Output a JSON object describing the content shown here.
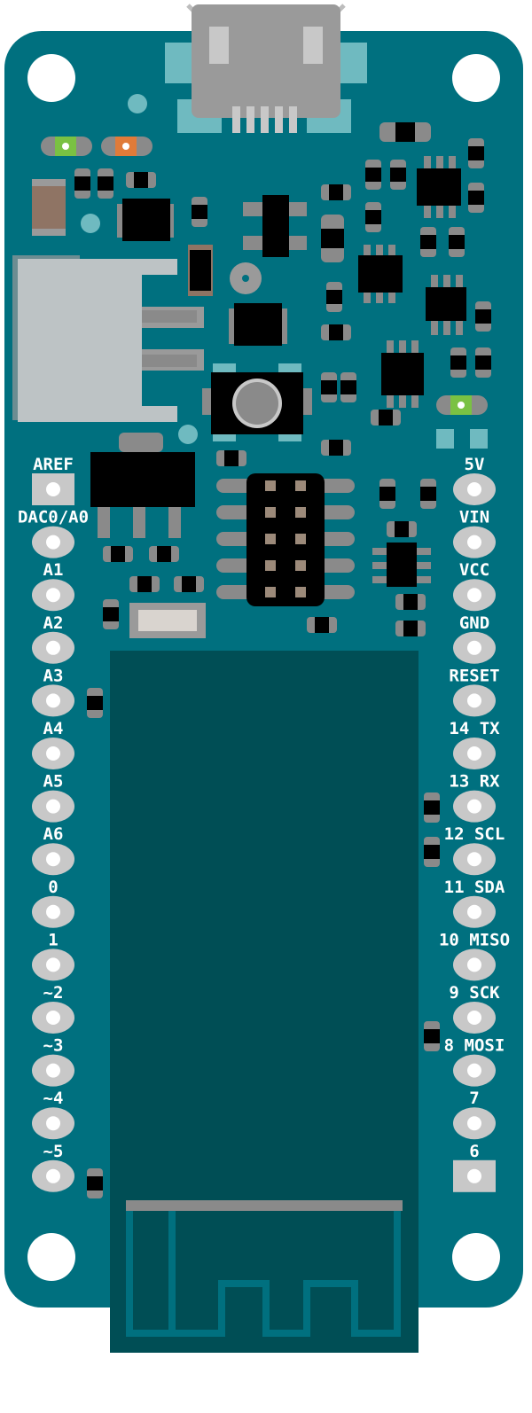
{
  "board": {
    "colors": {
      "pcb": "#00707f",
      "module": "#004e55",
      "antenna_trace": "#00707f",
      "antenna_bar": "#8a8a8a",
      "pad_ring": "#c8c8c8",
      "pad_hole": "#ffffff",
      "chip": "#000000",
      "led_green": "#7ac143",
      "led_orange": "#e07b39",
      "connector_gray": "#bdc3c5",
      "usb_metal": "#9a9a9a",
      "usb_tab": "#6fbac0"
    },
    "left_pins": [
      "AREF",
      "DAC0/A0",
      "A1",
      "A2",
      "A3",
      "A4",
      "A5",
      "A6",
      "0",
      "1",
      "~2",
      "~3",
      "~4",
      "~5"
    ],
    "right_pins": [
      "5V",
      "VIN",
      "VCC",
      "GND",
      "RESET",
      "14 TX",
      "13 RX",
      "12 SCL",
      "11 SDA",
      "10 MISO",
      "9 SCK",
      "8 MOSI",
      "7",
      "6"
    ]
  }
}
